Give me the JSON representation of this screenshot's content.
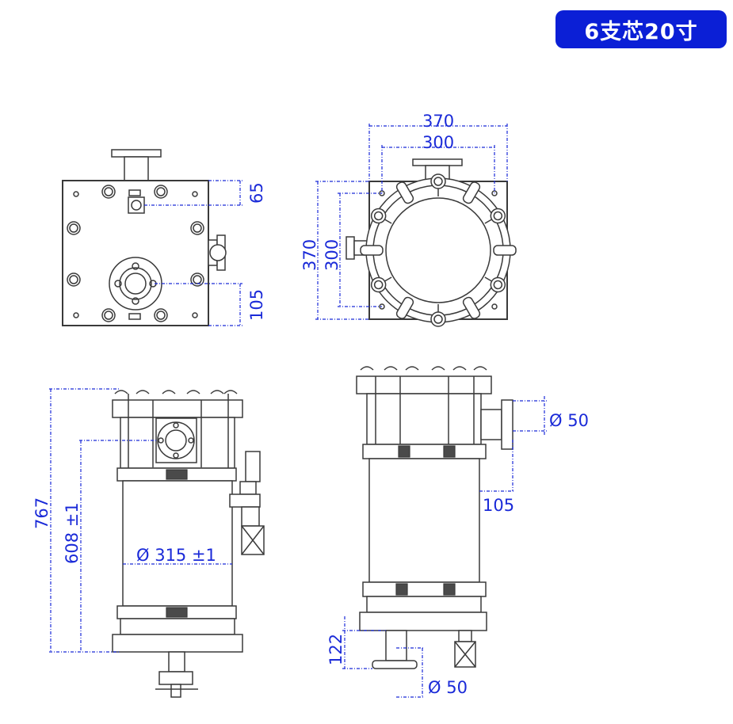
{
  "badge": {
    "label": "6支芯20寸"
  },
  "dimensions": {
    "top_left": {
      "d65": "65",
      "d105": "105"
    },
    "top_right": {
      "w370": "370",
      "w300": "300",
      "h370": "370",
      "h300": "300"
    },
    "front": {
      "h767": "767",
      "h608": "608 ±1",
      "dia315": "Ø 315 ±1"
    },
    "side": {
      "dia50_right": "Ø 50",
      "d105": "105",
      "d122": "122",
      "dia50_bottom": "Ø 50"
    }
  },
  "colors": {
    "badge_bg": "#0b1fd6",
    "dimension": "#1a2ad8",
    "line": "#3a3a3a"
  }
}
